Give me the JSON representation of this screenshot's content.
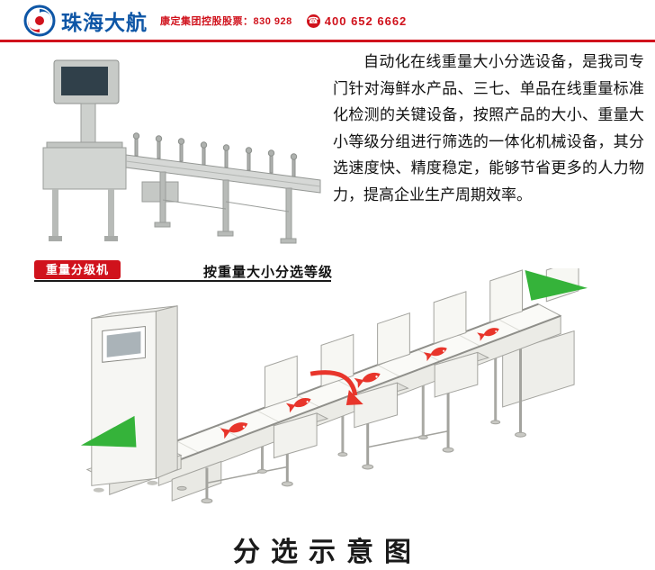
{
  "header": {
    "logo_text": "珠海大航",
    "stock_text": "康定集团控股股票：830 928",
    "phone_icon": "☎",
    "phone_number": "400 652 6662",
    "brand_blue": "#0e56a6",
    "brand_red": "#d0121c"
  },
  "intro": {
    "paragraph": "自动化在线重量大小分选设备，是我司专门针对海鲜水产品、三七、单品在线重量标准化检测的关键设备，按照产品的大小、重量大小等级分组进行筛选的一体化机械设备，其分选速度快、精度稳定，能够节省更多的人力物力，提高企业生产周期效率。"
  },
  "grading": {
    "badge_label": "重量分级机",
    "subtitle": "按重量大小分选等级"
  },
  "schematic": {
    "caption": "分选示意图",
    "arrow_green": "#35b33a",
    "fish_red": "#e8352b"
  }
}
